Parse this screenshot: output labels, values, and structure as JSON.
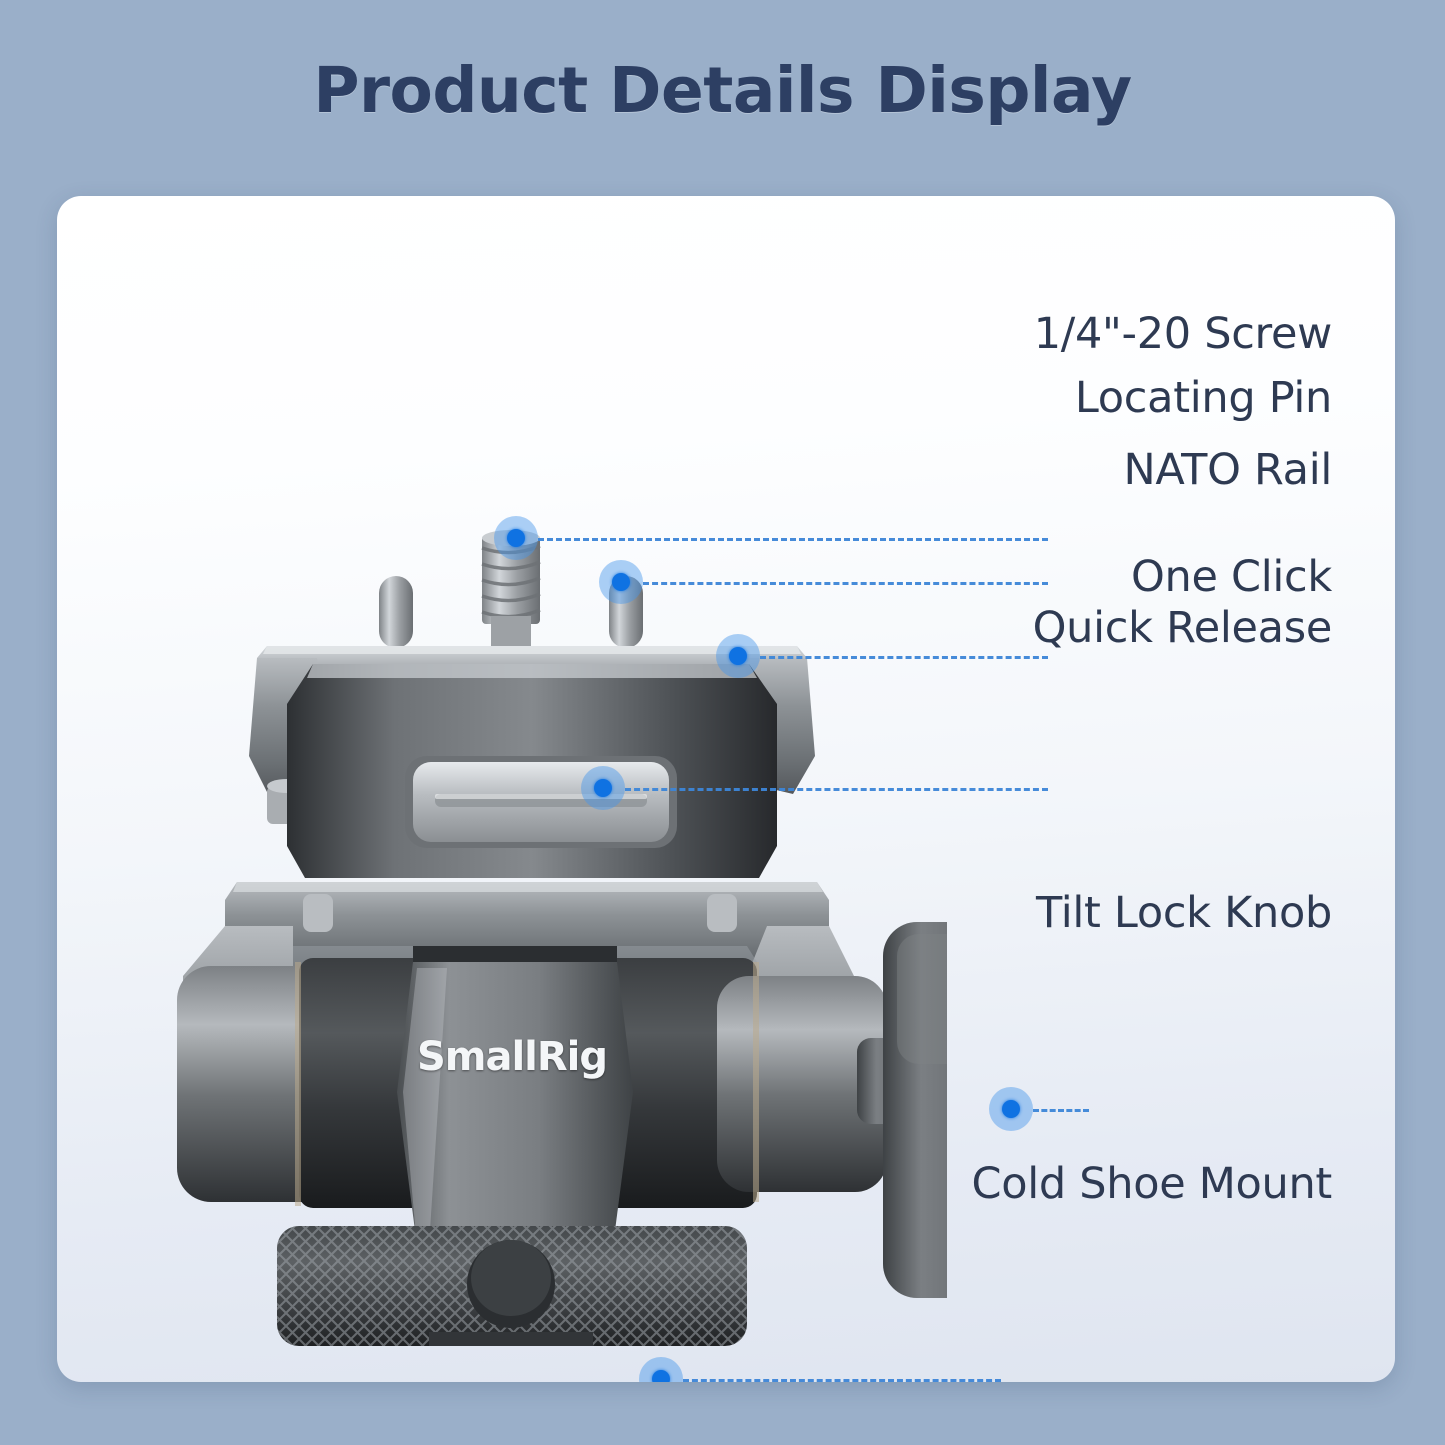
{
  "page": {
    "title": "Product Details Display",
    "background_color": "#9aafc9",
    "card_background": "#ffffff",
    "title_color": "#2d3f63",
    "label_color": "#2e3a52",
    "accent_color": "#0f72e2",
    "leader_line_color": "#3d86d8"
  },
  "product": {
    "brand": "SmallRig",
    "type": "monitor-mount-tilt-head"
  },
  "callouts": [
    {
      "id": "screw",
      "label": "1/4\"-20 Screw",
      "marker_name": "callout-marker-screw"
    },
    {
      "id": "locating-pin",
      "label": "Locating Pin",
      "marker_name": "callout-marker-locating-pin"
    },
    {
      "id": "nato-rail",
      "label": "NATO Rail",
      "marker_name": "callout-marker-nato-rail"
    },
    {
      "id": "quick-release",
      "label": "One Click\nQuick Release",
      "marker_name": "callout-marker-quick-release"
    },
    {
      "id": "tilt-knob",
      "label": "Tilt Lock Knob",
      "marker_name": "callout-marker-tilt-knob"
    },
    {
      "id": "cold-shoe",
      "label": "Cold Shoe Mount",
      "marker_name": "callout-marker-cold-shoe"
    }
  ]
}
